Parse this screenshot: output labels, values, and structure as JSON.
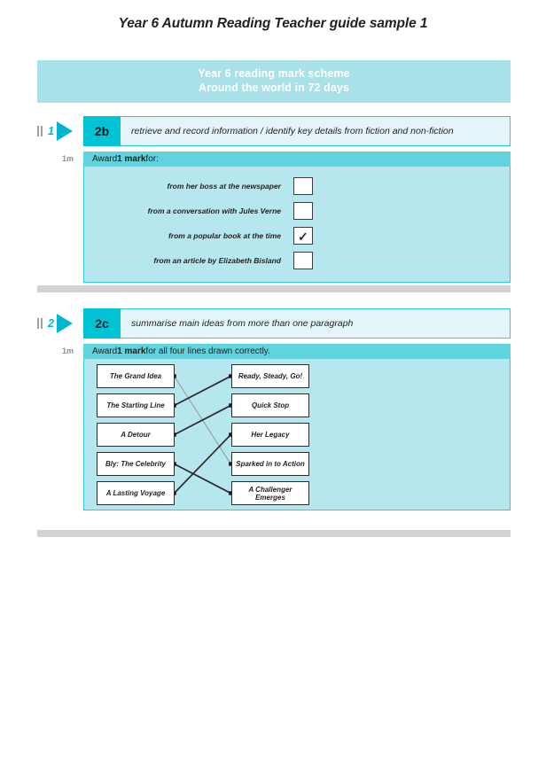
{
  "document": {
    "title": "Year 6 Autumn Reading Teacher guide sample 1"
  },
  "banner": {
    "line1": "Year 6 reading mark scheme",
    "line2": "Around the world in 72 days",
    "bg_color": "#a8e1e8",
    "text_color": "#ffffff"
  },
  "theme": {
    "accent": "#00c4d6",
    "marker_teal": "#00b5ce",
    "award_bar": "#5fd3de",
    "answer_body": "#b6e7ee",
    "desc_strip": "#e3f5f8",
    "separator": "#d2d3d4"
  },
  "questions": [
    {
      "number": "1",
      "code": "2b",
      "descriptor": "retrieve and record information / identify key details from fiction and non-fiction",
      "marks_label": "1m",
      "award_prefix": "Award ",
      "award_bold": "1 mark",
      "award_suffix": " for:",
      "type": "multiple-choice",
      "options": [
        {
          "label": "from her boss at the newspaper",
          "checked": false
        },
        {
          "label": "from a conversation with Jules Verne",
          "checked": false
        },
        {
          "label": "from a popular book at the time",
          "checked": true
        },
        {
          "label": "from an article by Elizabeth Bisland",
          "checked": false
        }
      ],
      "tick_glyph": "✓"
    },
    {
      "number": "2",
      "code": "2c",
      "descriptor": "summarise main ideas from more than one paragraph",
      "marks_label": "1m",
      "award_prefix": "Award ",
      "award_bold": "1 mark",
      "award_suffix": " for all four lines drawn correctly.",
      "type": "matching",
      "left_items": [
        "The Grand Idea",
        "The Starting Line",
        "A Detour",
        "Bly: The Celebrity",
        "A Lasting Voyage"
      ],
      "right_items": [
        "Ready, Steady, Go!",
        "Quick Stop",
        "Her Legacy",
        "Sparked in to Action",
        "A Challenger Emerges"
      ],
      "connections": [
        {
          "from": 0,
          "to": 3,
          "style": "faint"
        },
        {
          "from": 1,
          "to": 0,
          "style": "solid"
        },
        {
          "from": 2,
          "to": 1,
          "style": "solid"
        },
        {
          "from": 3,
          "to": 4,
          "style": "solid"
        },
        {
          "from": 4,
          "to": 2,
          "style": "solid"
        }
      ]
    }
  ]
}
